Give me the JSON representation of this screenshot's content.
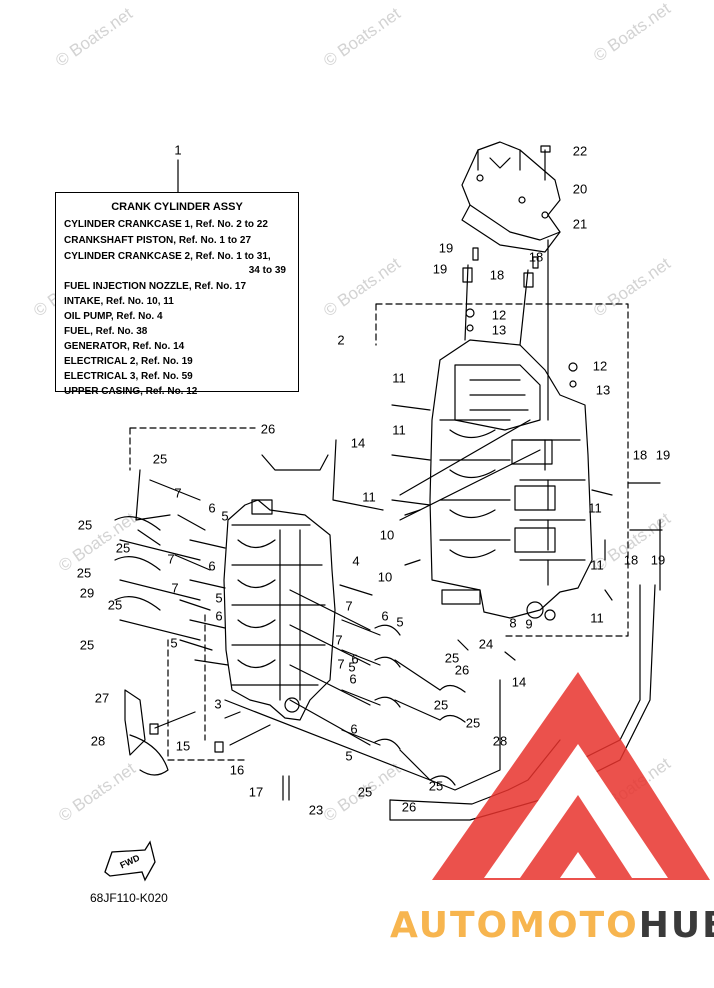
{
  "watermark": "© Boats.net",
  "legend": {
    "ref_no": "1",
    "title": "CRANK CYLINDER ASSY",
    "lines": [
      "CYLINDER CRANKCASE 1,  Ref. No. 2 to 22",
      "CRANKSHAFT PISTON,  Ref. No. 1 to 27",
      "CYLINDER CRANKCASE 2,  Ref. No. 1 to 31,",
      "34 to 39",
      "FUEL INJECTION NOZZLE,  Ref. No. 17",
      "INTAKE,  Ref. No. 10, 11",
      "OIL PUMP,  Ref. No. 4",
      "FUEL,  Ref. No. 38",
      "GENERATOR,  Ref. No. 14",
      "ELECTRICAL 2,  Ref. No. 19",
      "ELECTRICAL 3,  Ref. No. 59",
      "UPPER CASING,  Ref. No. 12"
    ]
  },
  "callouts": [
    "22",
    "20",
    "21",
    "19",
    "18",
    "19",
    "18",
    "12",
    "13",
    "2",
    "12",
    "13",
    "11",
    "11",
    "14",
    "11",
    "26",
    "25",
    "7",
    "6",
    "5",
    "25",
    "25",
    "7",
    "25",
    "6",
    "29",
    "7",
    "5",
    "25",
    "6",
    "25",
    "5",
    "4",
    "7",
    "10",
    "10",
    "18",
    "19",
    "11",
    "18",
    "19",
    "11",
    "11",
    "8",
    "9",
    "24",
    "14",
    "6",
    "5",
    "7",
    "6",
    "25",
    "26",
    "7",
    "5",
    "6",
    "25",
    "25",
    "27",
    "3",
    "28",
    "15",
    "16",
    "28",
    "5",
    "6",
    "25",
    "17",
    "23",
    "25",
    "26"
  ],
  "diagram_code": "68JF110-K020",
  "fwd_label": "FWD",
  "brand": {
    "part1": "AUTOMOTO",
    "part2": "HUB"
  },
  "colors": {
    "logo_red": "#e8322d",
    "logo_orange": "#f7b54f",
    "logo_dark": "#3a3a3a",
    "watermark": "#d3d3d3"
  }
}
